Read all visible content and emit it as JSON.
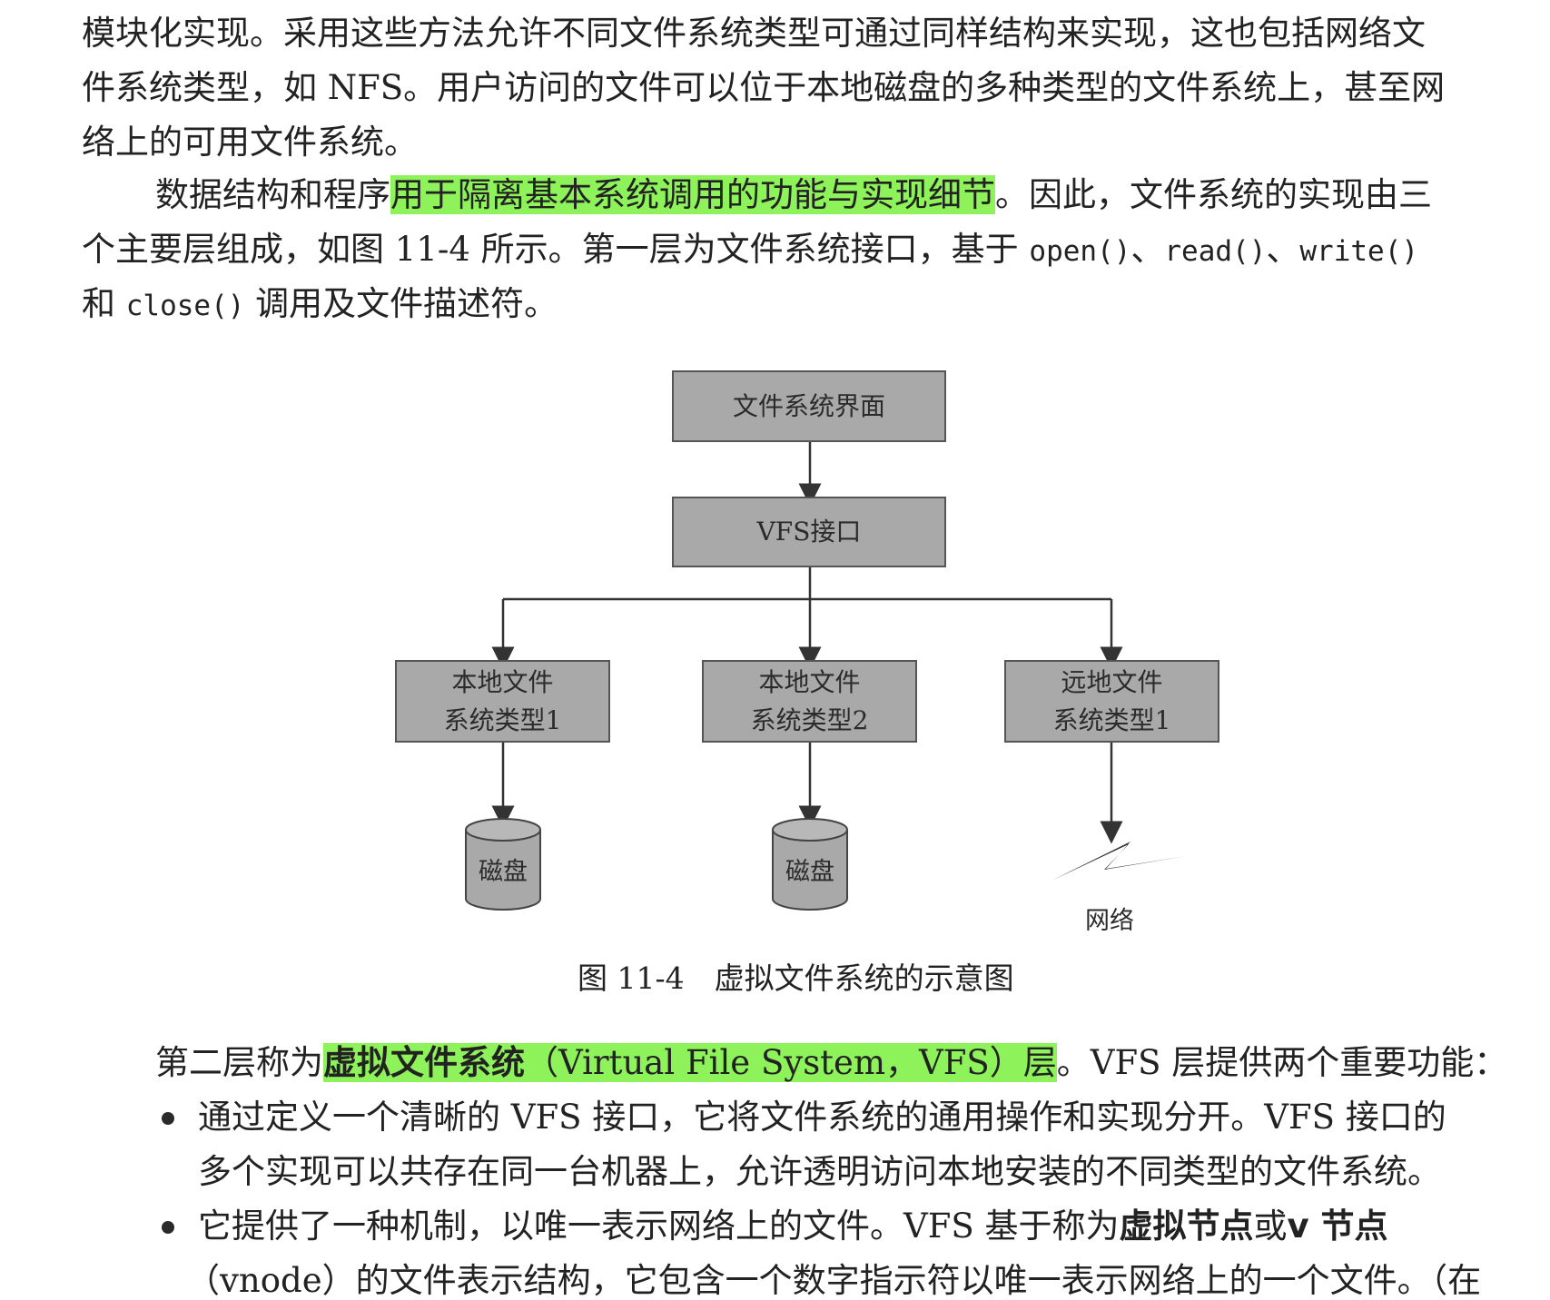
{
  "paragraph1": {
    "line1": "模块化实现。采用这些方法允许不同文件系统类型可通过同样结构来实现，这也包括网络文",
    "line2": "件系统类型，如 NFS。用户访问的文件可以位于本地磁盘的多种类型的文件系统上，甚至网",
    "line3": "络上的可用文件系统。"
  },
  "paragraph2": {
    "line1_a": "数据结构和程序",
    "line1_hl": "用于隔离基本系统调用的功能与实现细节",
    "line1_b": "。因此，文件系统的实现由三",
    "line2_a": "个主要层组成，如图 11-4 所示。第一层为文件系统接口，基于 ",
    "code_open": "open()",
    "sep1": "、",
    "code_read": "read()",
    "sep2": "、",
    "code_write": "write()",
    "line3_a": "和 ",
    "code_close": "close()",
    "line3_b": " 调用及文件描述符。"
  },
  "figure": {
    "top_box": "文件系统界面",
    "vfs_box": "VFS接口",
    "local1_line1": "本地文件",
    "local1_line2": "系统类型1",
    "local2_line1": "本地文件",
    "local2_line2": "系统类型2",
    "remote_line1": "远地文件",
    "remote_line2": "系统类型1",
    "disk1": "磁盘",
    "disk2": "磁盘",
    "network": "网络",
    "caption": "图 11-4　虚拟文件系统的示意图"
  },
  "paragraph3": {
    "line1_a": "第二层称为",
    "line1_hl_bold": "虚拟文件系统",
    "line1_hl": "（Virtual File System，VFS）层",
    "line1_b": "。VFS 层提供两个重要功能："
  },
  "bullets": [
    {
      "line1": "通过定义一个清晰的 VFS 接口，它将文件系统的通用操作和实现分开。VFS 接口的",
      "line2": "多个实现可以共存在同一台机器上，允许透明访问本地安装的不同类型的文件系统。"
    },
    {
      "line1_a": "它提供了一种机制，以唯一表示网络上的文件。VFS 基于称为",
      "bold1": "虚拟节点",
      "line1_b": "或",
      "bold2": "v 节点",
      "line2": "（vnode）的文件表示结构，它包含一个数字指示符以唯一表示网络上的一个文件。（在"
    }
  ],
  "colors": {
    "highlight": "#8ef25a",
    "box_fill": "#a9a9a9",
    "text": "#222222"
  }
}
